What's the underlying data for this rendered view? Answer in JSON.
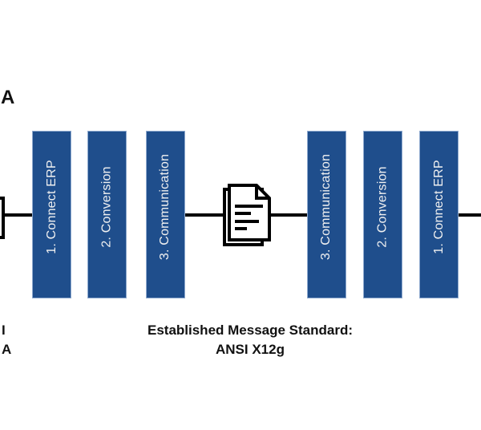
{
  "partial_labels": {
    "top_left": "A",
    "bottom_left_line1": "I",
    "bottom_left_line2": "A"
  },
  "process_left": {
    "bars": [
      {
        "label": "1. Connect ERP"
      },
      {
        "label": "2. Conversion"
      },
      {
        "label": "3. Communication"
      }
    ]
  },
  "process_right": {
    "bars": [
      {
        "label": "3. Communication"
      },
      {
        "label": "2. Conversion"
      },
      {
        "label": "1. Connect ERP"
      }
    ]
  },
  "caption": {
    "line1": "Established Message Standard:",
    "line2": "ANSI X12g"
  },
  "icons": {
    "document": "document-stack-icon",
    "cutoff_box": "cutoff-system-box-icon"
  },
  "colors": {
    "bar_fill": "#1F4E8C",
    "bar_border": "#8EA9CE",
    "bar_text": "#F1F1F1",
    "connector": "#000000",
    "label_text": "#111111"
  }
}
